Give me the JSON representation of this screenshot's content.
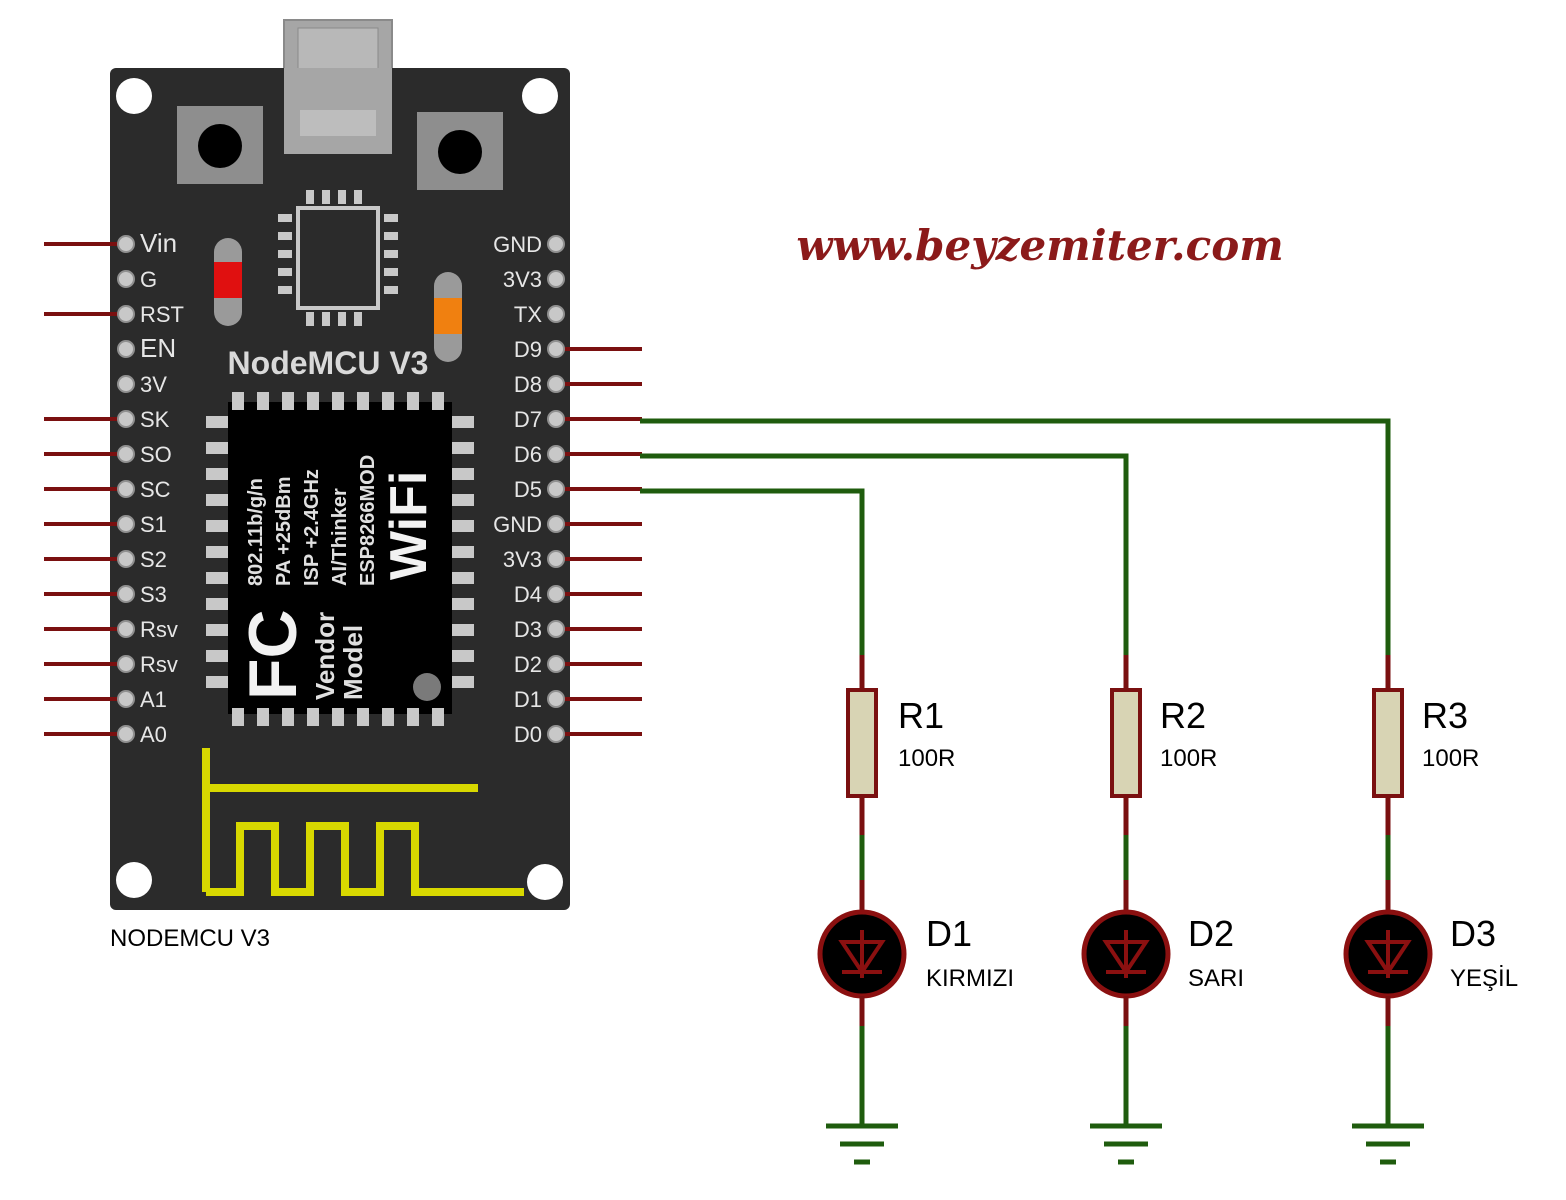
{
  "website": "www.beyzemiter.com",
  "board": {
    "title": "NodeMCU V3",
    "caption": "NODEMCU V3",
    "left_pins": [
      "Vin",
      "G",
      "RST",
      "EN",
      "3V",
      "SK",
      "SO",
      "SC",
      "S1",
      "S2",
      "S3",
      "Rsv",
      "Rsv",
      "A1",
      "A0"
    ],
    "right_pins": [
      "GND",
      "3V3",
      "TX",
      "D9",
      "D8",
      "D7",
      "D6",
      "D5",
      "GND",
      "3V3",
      "D4",
      "D3",
      "D2",
      "D1",
      "D0"
    ],
    "module_text": {
      "line1": "802.11b/g/n",
      "line2": "PA +25dBm",
      "line3": "ISP +2.4GHz",
      "line4": "AI/Thinker",
      "line5": "ESP8266MOD",
      "wifi": "WiFi",
      "fc": "FC",
      "vendor": "Vendor",
      "model": "Model"
    }
  },
  "components": [
    {
      "resistor_ref": "R1",
      "resistor_value": "100R",
      "led_ref": "D1",
      "led_label": "KIRMIZI",
      "pin": "D5"
    },
    {
      "resistor_ref": "R2",
      "resistor_value": "100R",
      "led_ref": "D2",
      "led_label": "SARI",
      "pin": "D6"
    },
    {
      "resistor_ref": "R3",
      "resistor_value": "100R",
      "led_ref": "D3",
      "led_label": "YEŞİL",
      "pin": "D7"
    }
  ],
  "colors": {
    "board": "#2b2b2b",
    "wire": "#1f5c0e",
    "pin_wire": "#7a1010",
    "resistor_body": "#d8d4b4",
    "led_outline": "#8b1010",
    "antenna": "#d8d800",
    "website": "#8b1a1a"
  }
}
